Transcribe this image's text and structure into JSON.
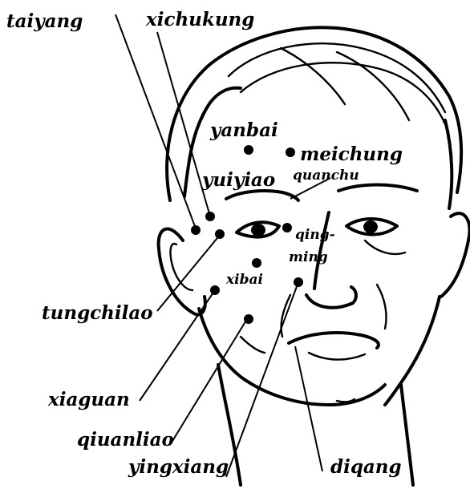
{
  "labels": {
    "taiyang": "taiyang",
    "xichukung": "xichukung",
    "yanbai": "yanbai",
    "meichung": "meichung",
    "yuiyiao": "yuiyiao",
    "quanchu": "quanchu",
    "qing": "qing-",
    "ming": "ming",
    "xibai": "xibai",
    "tungchilao": "tungchilao",
    "xiaguan": "xiaguan",
    "qiuanliao": "qiuanliao",
    "yingxiang": "yingxiang",
    "diqang": "diqang"
  }
}
